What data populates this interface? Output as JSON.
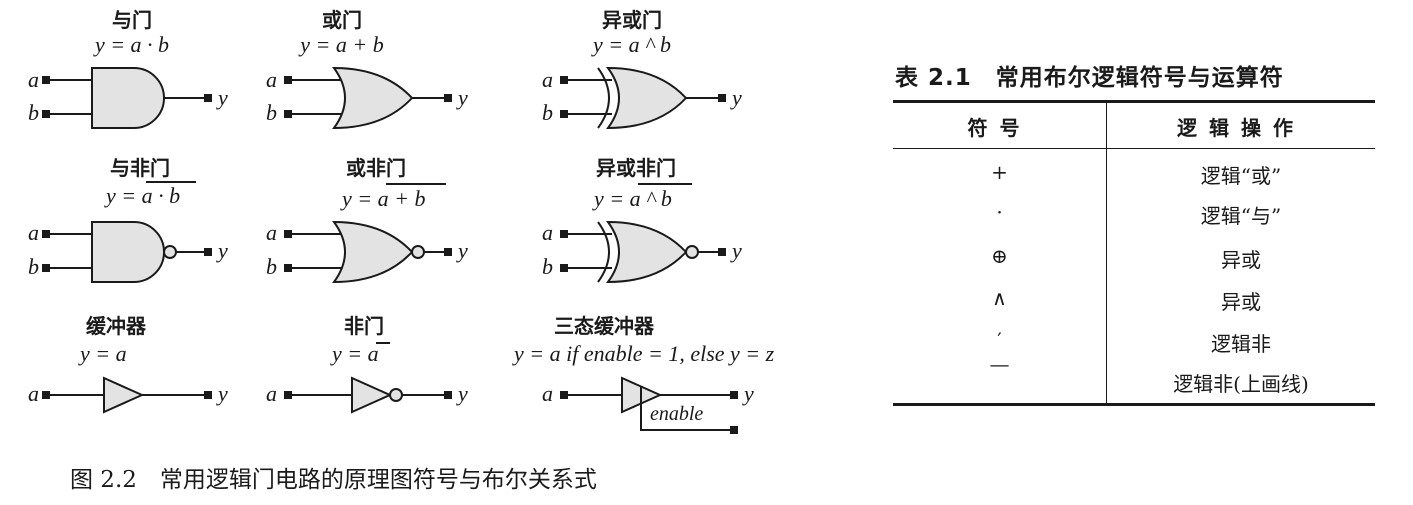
{
  "gates": [
    {
      "id": "and",
      "name": "与门",
      "equation": "y = a · b"
    },
    {
      "id": "or",
      "name": "或门",
      "equation": "y = a + b"
    },
    {
      "id": "xor",
      "name": "异或门",
      "equation": "y = a ^ b"
    },
    {
      "id": "nand",
      "name": "与非门",
      "equation_prefix": "y = ",
      "equation_overlined": "a · b"
    },
    {
      "id": "nor",
      "name": "或非门",
      "equation_prefix": "y = ",
      "equation_overlined": "a + b"
    },
    {
      "id": "xnor",
      "name": "异或非门",
      "equation_prefix": "y = ",
      "equation_overlined": "a ^ b"
    },
    {
      "id": "buffer",
      "name": "缓冲器",
      "equation": "y = a"
    },
    {
      "id": "not",
      "name": "非门",
      "equation_prefix": "y = ",
      "equation_overlined": "a"
    },
    {
      "id": "tristate",
      "name": "三态缓冲器",
      "equation": "y = a if enable = 1, else y = z"
    }
  ],
  "ports": {
    "a": "a",
    "b": "b",
    "y": "y",
    "enable": "enable"
  },
  "table": {
    "title": "表 2.1　常用布尔逻辑符号与运算符",
    "headers": [
      "符号",
      "逻辑操作"
    ],
    "rows": [
      [
        "+",
        "逻辑“或”"
      ],
      [
        "·",
        "逻辑“与”"
      ],
      [
        "⊕",
        "异或"
      ],
      [
        "∧",
        "异或"
      ],
      [
        "′",
        "逻辑非"
      ],
      [
        "—",
        "逻辑非(上画线)"
      ]
    ]
  },
  "caption": "图 2.2　常用逻辑门电路的原理图符号与布尔关系式"
}
